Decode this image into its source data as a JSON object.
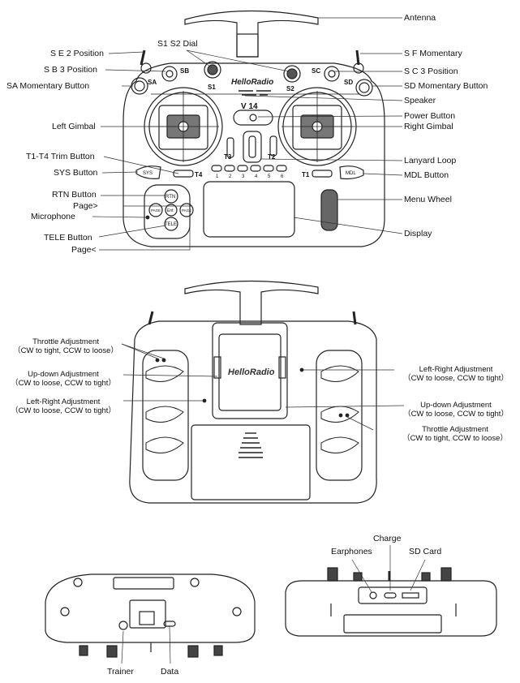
{
  "front": {
    "labels": {
      "antenna": "Antenna",
      "se2": "S E 2 Position",
      "sb3": "S B 3 Position",
      "sa_button": "SA Momentary Button",
      "s1s2": "S1 S2 Dial",
      "sf": "S F  Momentary",
      "sc3": "S C  3  Position",
      "sd_button": "SD Momentary Button",
      "speaker": "Speaker",
      "power": "Power Button",
      "left_gimbal": "Left Gimbal",
      "right_gimbal": "Right Gimbal",
      "trim": "T1-T4 Trim Button",
      "lanyard": "Lanyard Loop",
      "sys": "SYS Button",
      "mdl": "MDL Button",
      "rtn": "RTN Button",
      "page_up": "Page>",
      "menu_wheel": "Menu Wheel",
      "mic": "Microphone",
      "tele": "TELE Button",
      "display": "Display",
      "page_down": "Page<"
    },
    "device_text": {
      "sa": "SA",
      "sb": "SB",
      "s1": "S1",
      "s2": "S2",
      "sc": "SC",
      "sd": "SD",
      "brand": "HelloRadio",
      "model": "V 14",
      "t3": "T3",
      "t2": "T2",
      "t4": "T4",
      "t1": "T1",
      "sys_key": "SYS",
      "mdl_key": "MDL",
      "rtn_key": "RTN",
      "tele_key": "TELE",
      "page_l": "PAGE",
      "page_r": "PAGE",
      "center_key": "Ent",
      "func_numbers": [
        "1",
        "2",
        "3",
        "4",
        "5",
        "6"
      ]
    }
  },
  "back": {
    "labels": {
      "throttle_left": "Throttle Adjustment",
      "throttle_left_note": "（CW to tight, CCW to loose）",
      "updown_left": "Up-down Adjustment",
      "updown_left_note": "（CW to loose, CCW to tight）",
      "lr_left": "Left-Right Adjustment",
      "lr_left_note": "（CW to loose, CCW to tight）",
      "lr_right": "Left-Right Adjustment",
      "lr_right_note": "（CW to loose, CCW to tight）",
      "updown_right": "Up-down Adjustment",
      "updown_right_note": "（CW to loose, CCW to tight）",
      "throttle_right": "Throttle Adjustment",
      "throttle_right_note": "（CW to tight, CCW  to  loose）"
    },
    "device_text": {
      "brand": "HelloRadio"
    }
  },
  "bottom": {
    "labels": {
      "trainer": "Trainer",
      "data": "Data"
    }
  },
  "top": {
    "labels": {
      "charge": "Charge",
      "earphones": "Earphones",
      "sd_card": "SD Card"
    }
  }
}
